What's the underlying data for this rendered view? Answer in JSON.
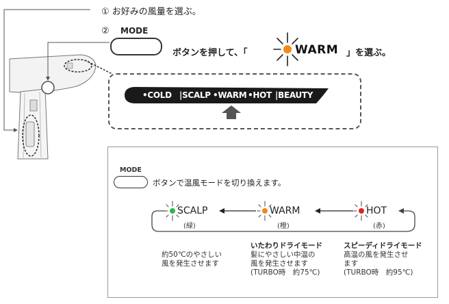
{
  "steps": {
    "step1_num": "①",
    "step1_text": "お好みの風量を選ぶ。",
    "step2_num": "②",
    "mode_label": "MODE",
    "step2_text_a": "ボタンを押して、「",
    "warm_label": "WARM",
    "step2_text_b": "」を選ぶ。"
  },
  "selector": {
    "items": [
      "COLD",
      "SCALP",
      "WARM",
      "HOT",
      "BEAUTY"
    ],
    "dot": "•",
    "sep": "|"
  },
  "info": {
    "mode_label": "MODE",
    "instruction": "ボタンで温風モードを切り換えます。",
    "modes": [
      {
        "name": "SCALP",
        "color_name": "(緑)",
        "color": "#2eb84a",
        "title": "",
        "desc": [
          "約50℃のやさしい",
          "風を発生させます"
        ]
      },
      {
        "name": "WARM",
        "color_name": "(橙)",
        "color": "#f08a1c",
        "title": "いたわりドライモード",
        "desc": [
          "髪にやさしい中温の",
          "風を発生させます",
          "(TURBO時　約75℃)"
        ]
      },
      {
        "name": "HOT",
        "color_name": "(赤)",
        "color": "#e02424",
        "title": "スピーディドライモード",
        "desc": [
          "高温の風を発生させ",
          "ます",
          "(TURBO時　約95℃)"
        ]
      }
    ]
  },
  "colors": {
    "band": "#1a1a1a",
    "arrow": "#555555",
    "orange": "#f08a1c"
  }
}
